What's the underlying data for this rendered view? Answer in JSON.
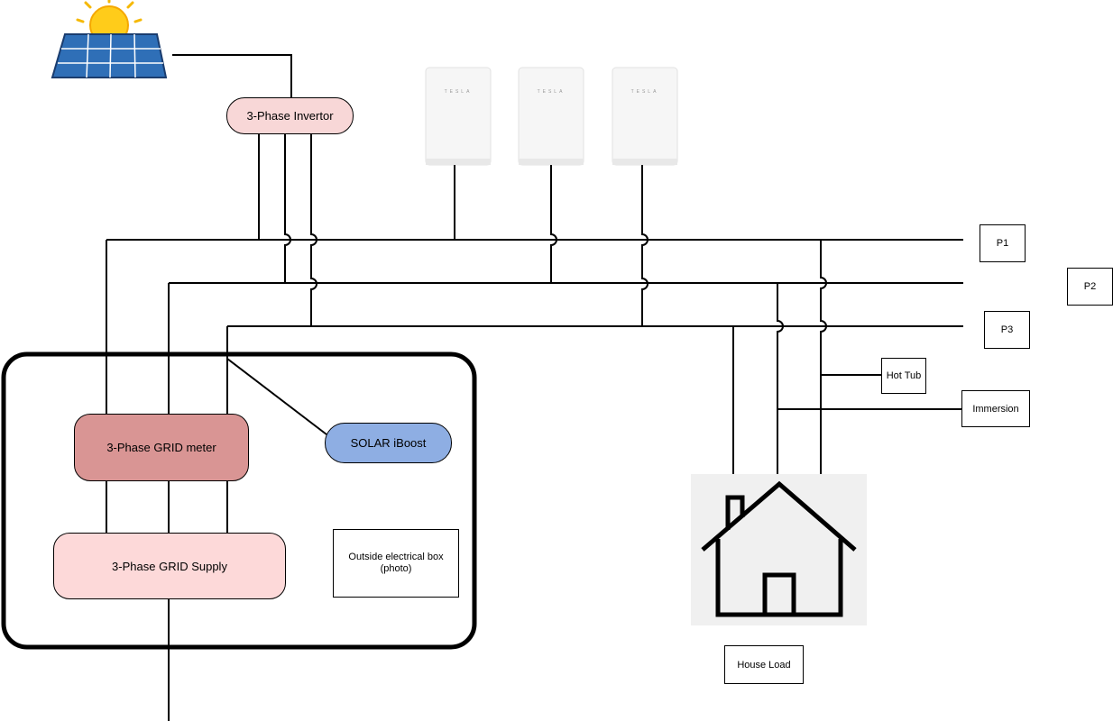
{
  "colors": {
    "line": "#000000",
    "inverter_fill": "#f8d7d7",
    "meter_fill": "#d99594",
    "supply_fill": "#fdd9d9",
    "iboost_fill": "#8eaee3",
    "house_bg": "#f0f0f0",
    "battery_fill": "#f6f6f6"
  },
  "nodes": {
    "inverter": "3-Phase Invertor",
    "grid_meter": "3-Phase GRID meter",
    "grid_supply": "3-Phase GRID Supply",
    "iboost": "SOLAR iBoost",
    "outside_box": "Outside electrical box\n(photo)",
    "hot_tub": "Hot Tub",
    "immersion": "Immersion",
    "house_load": "House Load"
  },
  "phases": [
    "P1",
    "P2",
    "P3"
  ],
  "batteries": [
    {
      "brand": "TESLA",
      "icon": "powerwall-battery-icon"
    },
    {
      "brand": "TESLA",
      "icon": "powerwall-battery-icon"
    },
    {
      "brand": "TESLA",
      "icon": "powerwall-battery-icon"
    }
  ],
  "icons": {
    "solar": "solar-panel-icon",
    "house": "house-icon"
  }
}
